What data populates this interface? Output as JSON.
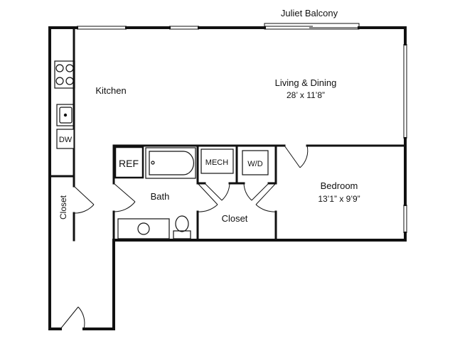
{
  "rooms": {
    "balcony": {
      "name": "Juliet Balcony"
    },
    "kitchen": {
      "name": "Kitchen"
    },
    "living": {
      "name": "Living & Dining",
      "size": "28’ x 11’8”"
    },
    "bedroom": {
      "name": "Bedroom",
      "size": "13’1” x 9’9”"
    },
    "bath": {
      "name": "Bath"
    },
    "closet_center": {
      "name": "Closet"
    },
    "closet_entry": {
      "name": "Closet"
    }
  },
  "fixtures": {
    "dishwasher": "DW",
    "refrigerator": "REF",
    "mechanical": "MECH",
    "washer_dryer": "W/D"
  },
  "colors": {
    "wall": "#111111",
    "background": "#ffffff"
  }
}
